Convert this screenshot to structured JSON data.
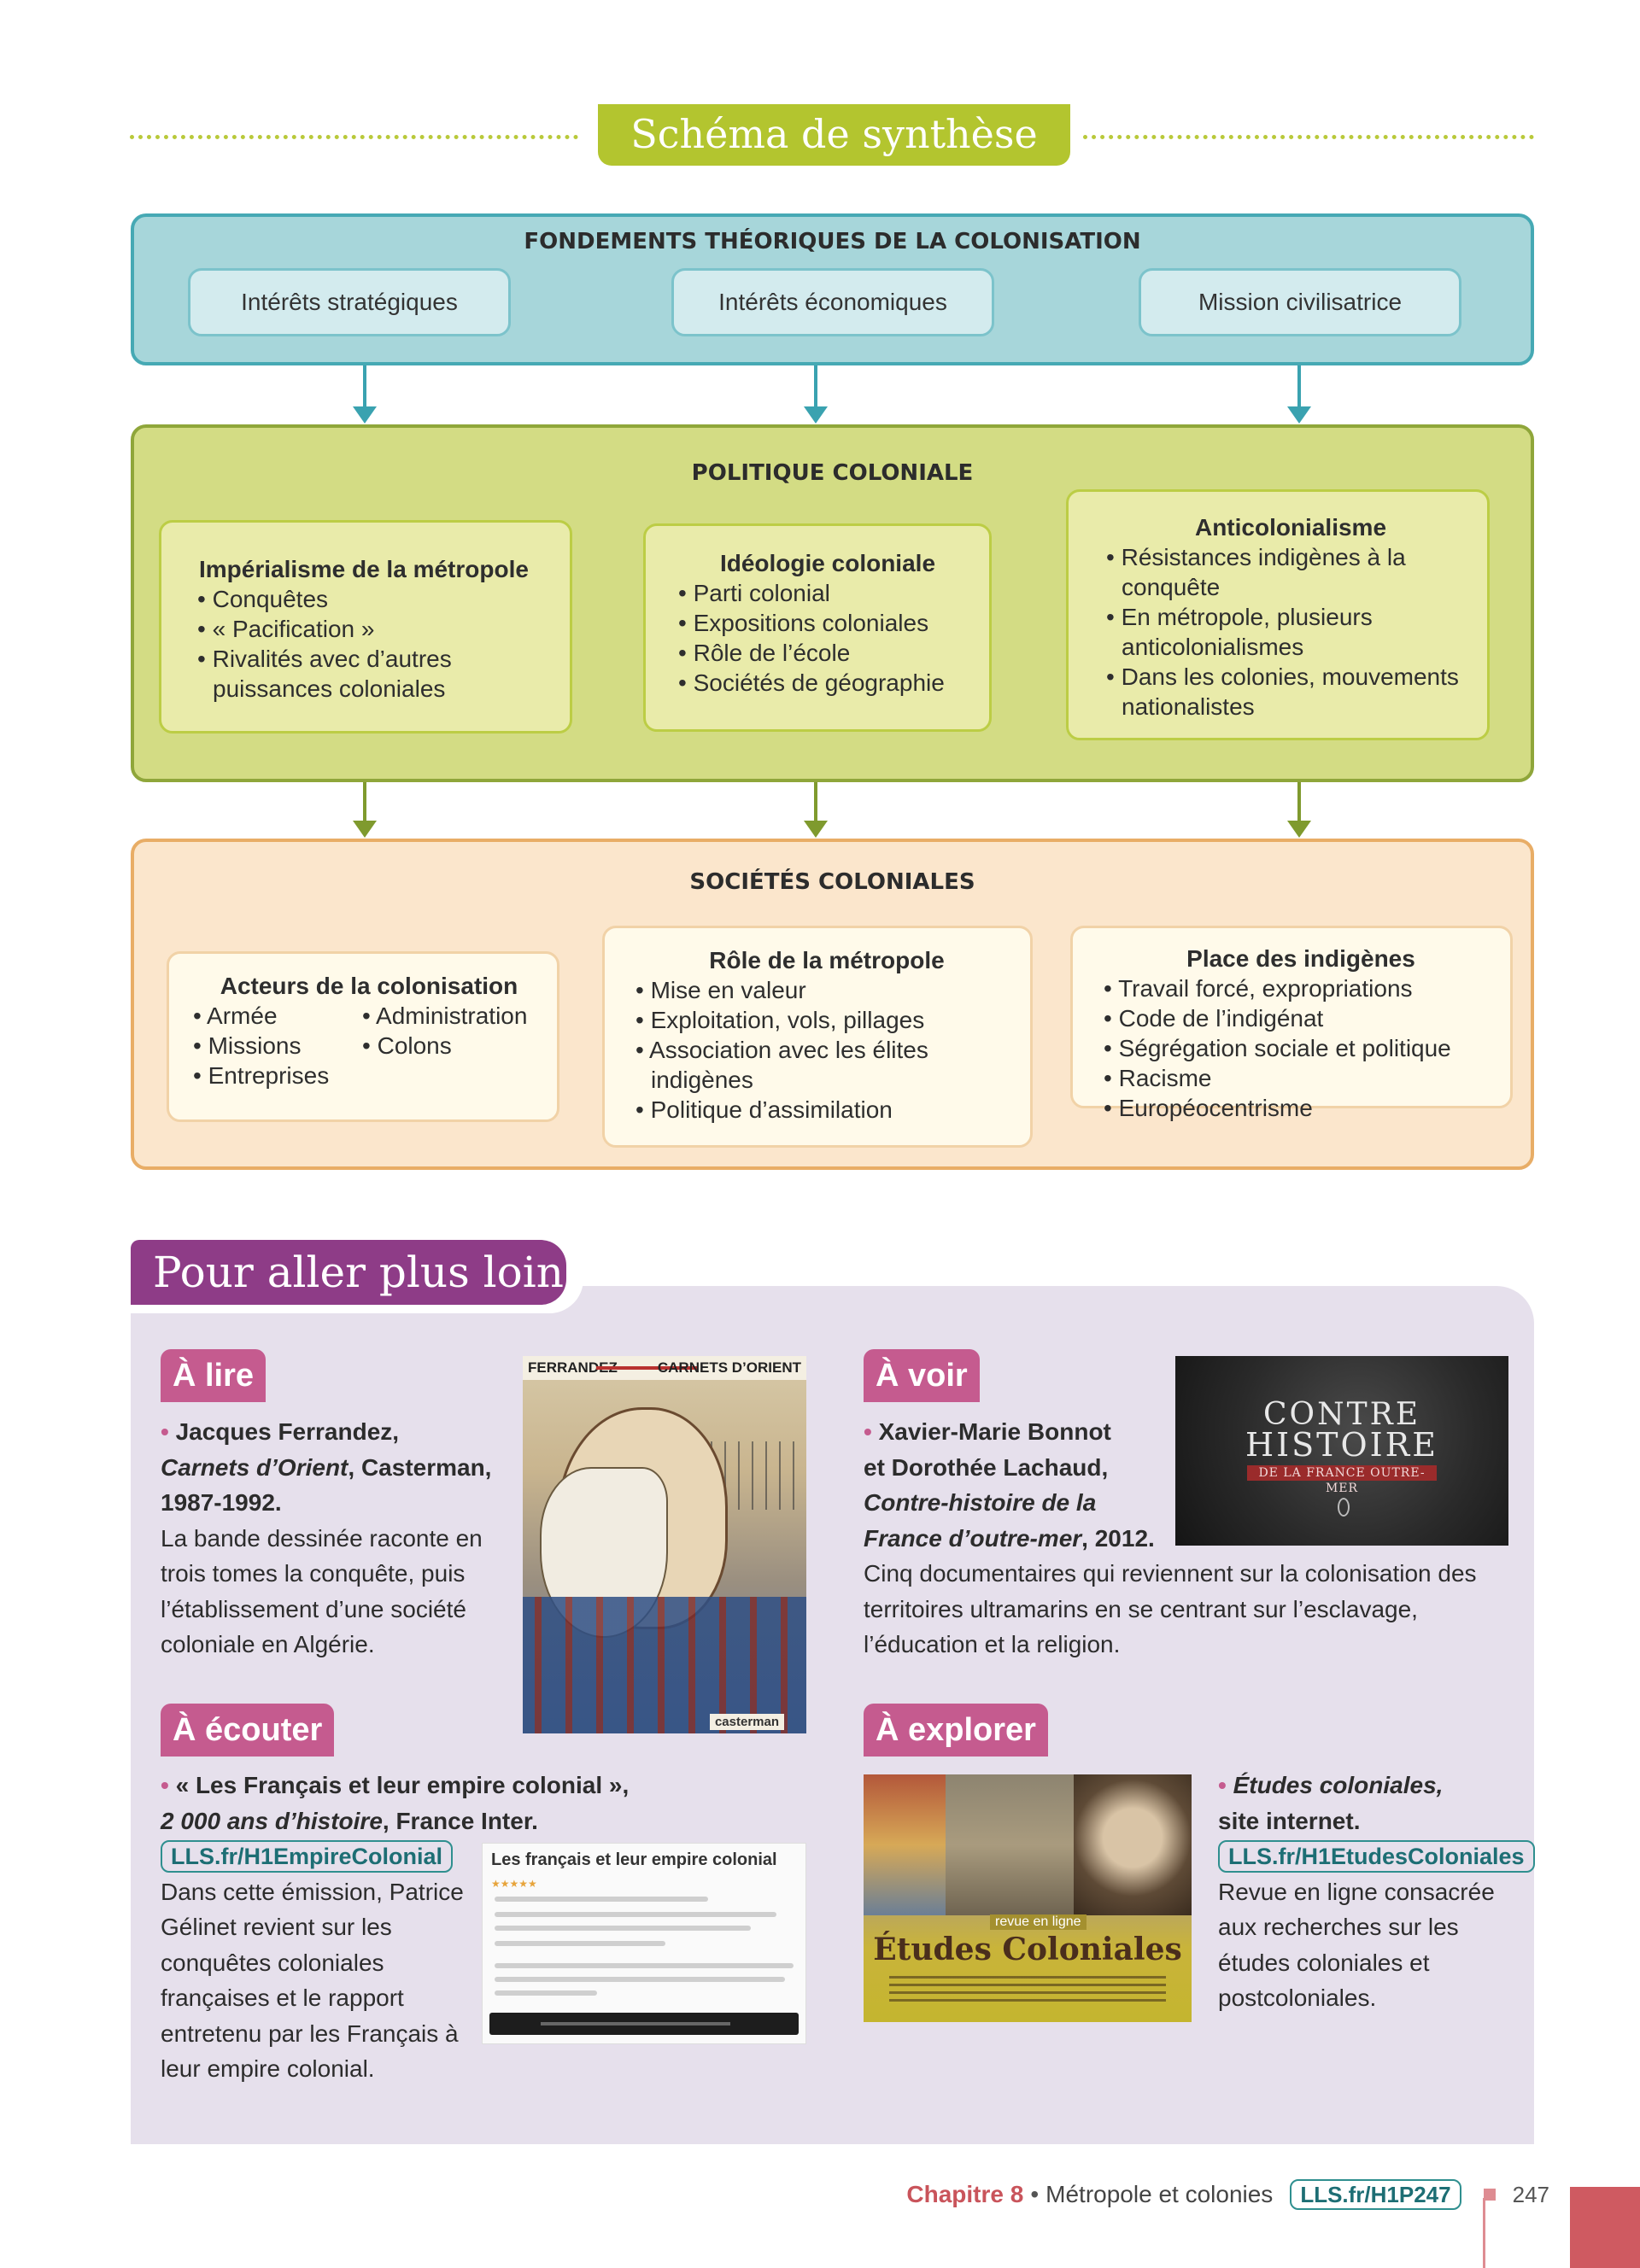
{
  "schema": {
    "title": "Schéma de synthèse",
    "fondements": {
      "title": "FONDEMENTS THÉORIQUES DE LA COLONISATION",
      "items": [
        "Intérêts stratégiques",
        "Intérêts économiques",
        "Mission civilisatrice"
      ]
    },
    "politique": {
      "title": "POLITIQUE COLONIALE",
      "cards": [
        {
          "title": "Impérialisme de la métropole",
          "items": [
            "Conquêtes",
            "« Pacification »",
            "Rivalités avec d’autres puissances coloniales"
          ]
        },
        {
          "title": "Idéologie coloniale",
          "items": [
            "Parti colonial",
            "Expositions coloniales",
            "Rôle de l’école",
            "Sociétés de géographie"
          ]
        },
        {
          "title": "Anticolonialisme",
          "items": [
            "Résistances indigènes à la conquête",
            "En métropole, plusieurs anticolonialismes",
            "Dans les colonies, mouvements nationalistes"
          ]
        }
      ]
    },
    "societes": {
      "title": "SOCIÉTÉS COLONIALES",
      "cards": [
        {
          "title": "Acteurs de la colonisation",
          "col1": [
            "Armée",
            "Missions",
            "Entreprises"
          ],
          "col2": [
            "Administration",
            "Colons"
          ]
        },
        {
          "title": "Rôle de la métropole",
          "items": [
            "Mise en valeur",
            "Exploitation, vols, pillages",
            "Association avec les élites indigènes",
            "Politique d’assimilation"
          ]
        },
        {
          "title": "Place des indigènes",
          "items": [
            "Travail forcé, expropriations",
            "Code de l’indigénat",
            "Ségrégation sociale et politique",
            "Racisme",
            "Européocentrisme"
          ]
        }
      ]
    }
  },
  "more": {
    "title": "Pour aller plus loin",
    "lire": {
      "tag": "À lire",
      "author": "Jacques Ferrandez,",
      "work": "Carnets d’Orient",
      "pub": ", Casterman,",
      "years": "1987-1992.",
      "desc": "La bande dessinée raconte en trois tomes la conquête, puis l’établissement d’une société coloniale en Algérie.",
      "cover": {
        "top_left": "FERRANDEZ",
        "top_right": "CARNETS D’ORIENT",
        "logo": "casterman"
      }
    },
    "voir": {
      "tag": "À voir",
      "author1": "Xavier-Marie Bonnot",
      "author2": "et Dorothée Lachaud,",
      "work1": "Contre-histoire de la",
      "work2": "France d’outre-mer",
      "year": ", 2012.",
      "desc": "Cinq documentaires qui reviennent sur la colonisation des territoires ultramarins en se centrant sur l’esclavage, l’éducation et la religion.",
      "thumb": {
        "line1": "CONTRE",
        "line2": "HISTOIRE",
        "line3": "DE LA FRANCE OUTRE-MER"
      }
    },
    "ecouter": {
      "tag": "À écouter",
      "work": "« Les Français et leur empire colonial »,",
      "show": "2 000 ans d’histoire",
      "station": ", France Inter.",
      "link": "LLS.fr/H1EmpireColonial",
      "desc": "Dans cette émission, Patrice Gélinet revient sur les conquêtes coloniales françaises et le rapport entretenu par les Français à leur empire colonial.",
      "thumb": {
        "title": "Les français et leur empire colonial"
      }
    },
    "explorer": {
      "tag": "À explorer",
      "work": "Études coloniales,",
      "type": "site internet.",
      "link": "LLS.fr/H1EtudesColoniales",
      "desc": "Revue en ligne consacrée aux recherches sur les études coloniales et postcoloniales.",
      "thumb": {
        "sub": "revue en ligne",
        "title": "Études Coloniales"
      }
    }
  },
  "footer": {
    "chapter": "Chapitre 8",
    "separator": "•",
    "title": "Métropole et colonies",
    "link": "LLS.fr/H1P247",
    "page": "247"
  }
}
